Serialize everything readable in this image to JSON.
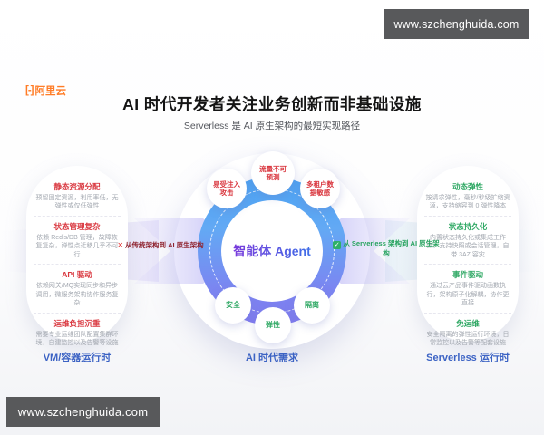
{
  "watermarks": {
    "top": "www.szchenghuida.com",
    "bottom": "www.szchenghuida.com"
  },
  "logo": {
    "mark": "[-]",
    "name": "阿里云"
  },
  "header": {
    "title": "AI 时代开发者关注业务创新而非基础设施",
    "subtitle": "Serverless 是 AI 原生架构的最短实现路径"
  },
  "left_panel": {
    "label": "VM/容器运行时",
    "items": [
      {
        "title": "静态资源分配",
        "desc": "预留固定资源，利用率低，无弹性或仅低弹性"
      },
      {
        "title": "状态管理复杂",
        "desc": "依赖 Redis/DB 管理，故障恢复复杂，弹性点迁移几乎不可行"
      },
      {
        "title": "API 驱动",
        "desc": "依赖网关/MQ实现同步和异步调用，微服务架构协作服务复杂"
      },
      {
        "title": "运维负担沉重",
        "desc": "需要专业运维团队配置集群环境，自建监控以及告警等设施"
      }
    ]
  },
  "right_panel": {
    "label": "Serverless 运行时",
    "items": [
      {
        "title": "动态弹性",
        "desc": "按请求弹性，毫秒/秒级扩缩资源，支持缩容到 0 弹性降本"
      },
      {
        "title": "状态持久化",
        "desc": "内置状态持久化或集成工作流，支持快照或会话管理，自带 3AZ 容灾"
      },
      {
        "title": "事件驱动",
        "desc": "通过云产品事件驱动函数执行，架构原子化解耦，协作更直接"
      },
      {
        "title": "免运维",
        "desc": "安全隔离的弹性运行环境，日常监控以及告警等配套设施"
      }
    ]
  },
  "center": {
    "label": "智能体 Agent",
    "caption": "AI 时代需求",
    "challenges": [
      "流量不可预测",
      "易受注入攻击",
      "多租户数据敏感"
    ],
    "needs": [
      "安全",
      "隔离",
      "弹性"
    ]
  },
  "arrows": {
    "left": {
      "icon": "✕",
      "label": "从传统架构到 AI 原生架构"
    },
    "right": {
      "icon": "✓",
      "label": "从 Serverless 架构到 AI 原生架构"
    }
  },
  "colors": {
    "accent_orange": "#FF7C26",
    "challenge_red": "#D9363E",
    "benefit_green": "#2FA864",
    "runtime_blue": "#3C63C4",
    "ring_blue": "#4AA3F3",
    "ring_purple": "#807AF0",
    "watermark_bg": "#58595B"
  }
}
